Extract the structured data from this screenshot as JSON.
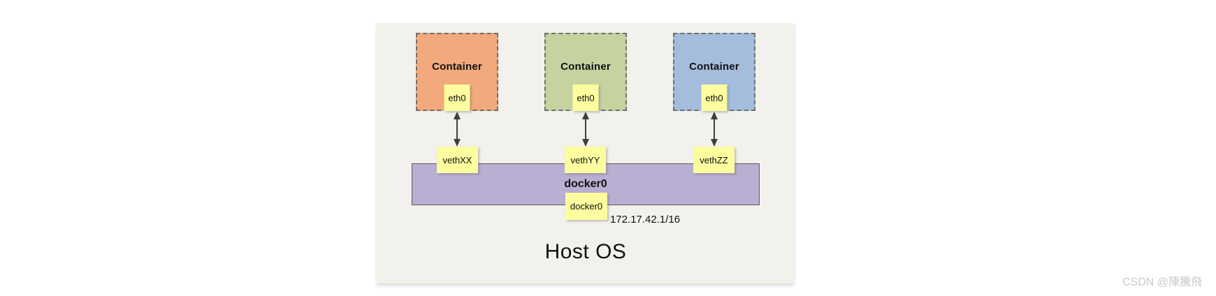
{
  "diagram": {
    "containers": [
      {
        "title": "Container",
        "eth_label": "eth0",
        "veth_label": "vethXX",
        "fill": "#f2a97c"
      },
      {
        "title": "Container",
        "eth_label": "eth0",
        "veth_label": "vethYY",
        "fill": "#c6d2a0"
      },
      {
        "title": "Container",
        "eth_label": "eth0",
        "veth_label": "vethZZ",
        "fill": "#a4bddd"
      }
    ],
    "bridge": {
      "title": "docker0",
      "interface_label": "docker0",
      "ip_address": "172.17.42.1/16",
      "fill": "#b9afd2"
    },
    "host_label": "Host OS",
    "colors": {
      "note_yellow": "#fdfc9f",
      "panel_background": "#f2f1ec",
      "dashed_border": "#6e6e6e",
      "arrow": "#3e3e3e"
    }
  },
  "watermark": {
    "text": "CSDN @陳騰飛",
    "color": "#c9c9c9"
  }
}
